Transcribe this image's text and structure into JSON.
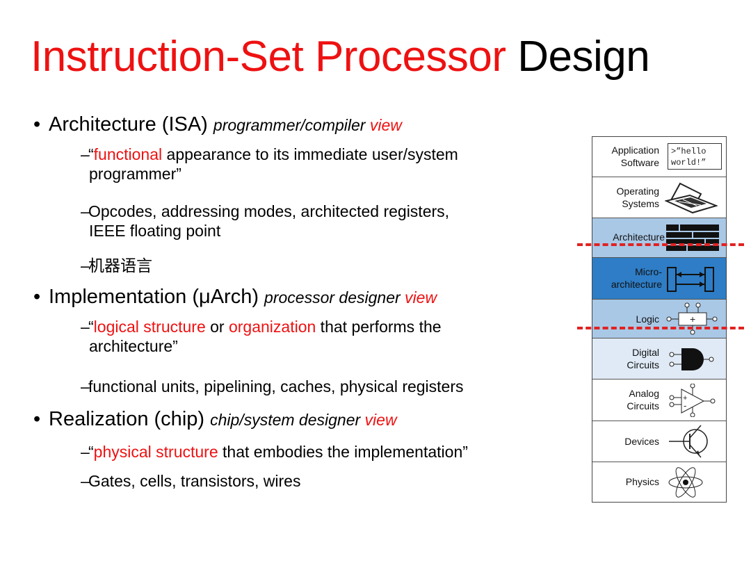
{
  "slide": {
    "title_red": "Instruction-Set Processor",
    "title_black": " Design"
  },
  "bullets": {
    "architecture": {
      "heading": "Architecture (ISA) ",
      "view_prefix": "programmer/compiler ",
      "view_word": "view",
      "sub1_open": "“",
      "sub1_red": "functional",
      "sub1_rest": " appearance to its immediate user/system",
      "sub1_cont": "programmer”",
      "sub2": "Opcodes, addressing modes, architected registers,",
      "sub2_cont": "IEEE floating point",
      "sub3": "机器语言"
    },
    "implementation": {
      "heading": "Implementation (μArch) ",
      "view_prefix": "processor designer ",
      "view_word": "view",
      "sub1_open": "“",
      "sub1_red1": "logical structure",
      "sub1_mid": " or ",
      "sub1_red2": "organization",
      "sub1_rest": " that performs the",
      "sub1_cont": "architecture”",
      "sub2": "functional units, pipelining, caches, physical registers"
    },
    "realization": {
      "heading": "Realization (chip) ",
      "view_prefix": "chip/system designer ",
      "view_word": "view",
      "sub1_open": "“",
      "sub1_red": "physical structure",
      "sub1_rest": " that embodies the implementation”",
      "sub2": "Gates, cells, transistors, wires"
    }
  },
  "abstraction_stack": {
    "hello_line1": ">”hello",
    "hello_line2": "world!”",
    "layers": [
      {
        "label": "Application\nSoftware",
        "icon": "hello-world-box-icon"
      },
      {
        "label": "Operating\nSystems",
        "icon": "laptop-icon"
      },
      {
        "label": "Architecture",
        "icon": "register-grid-icon"
      },
      {
        "label": "Micro-\narchitecture",
        "icon": "datapath-icon"
      },
      {
        "label": "Logic",
        "icon": "adder-icon"
      },
      {
        "label": "Digital\nCircuits",
        "icon": "and-gate-icon"
      },
      {
        "label": "Analog\nCircuits",
        "icon": "op-amp-icon"
      },
      {
        "label": "Devices",
        "icon": "transistor-icon"
      },
      {
        "label": "Physics",
        "icon": "atom-icon"
      }
    ],
    "colors": {
      "architecture_bg": "#a9c8e6",
      "microarchitecture_bg": "#2e7dc6",
      "logic_bg": "#a9c8e6",
      "digital_bg": "#dfeaf6",
      "dash_line": "#e12222",
      "accent_red": "#ee1111"
    }
  }
}
